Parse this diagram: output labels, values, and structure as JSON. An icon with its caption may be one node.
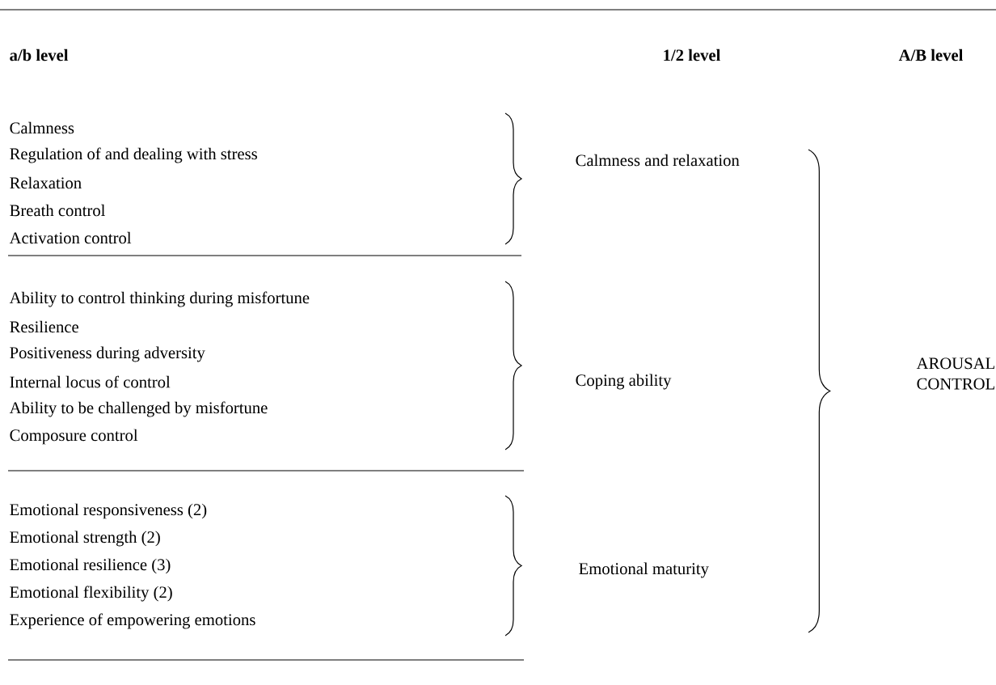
{
  "diagram": {
    "labels": [
      "a/b level",
      "1/2 level",
      "A/B level",
      "Calmness",
      "Regulation of and dealing with stress",
      "Relaxation",
      "Breath control",
      "Activation control",
      "Calmness and relaxation",
      "Ability to control thinking during misfortune",
      "Resilience",
      "Positiveness during adversity",
      "Internal locus of control",
      "Ability to be challenged by misfortune",
      "Composure control",
      "Coping ability",
      "AROUSAL CONTROL",
      "Emotional responsiveness (2)",
      "Emotional strength (2)",
      "Emotional resilience (3)",
      "Emotional flexibility (2)",
      "Experience of empowering emotions",
      "Emotional maturity"
    ]
  }
}
